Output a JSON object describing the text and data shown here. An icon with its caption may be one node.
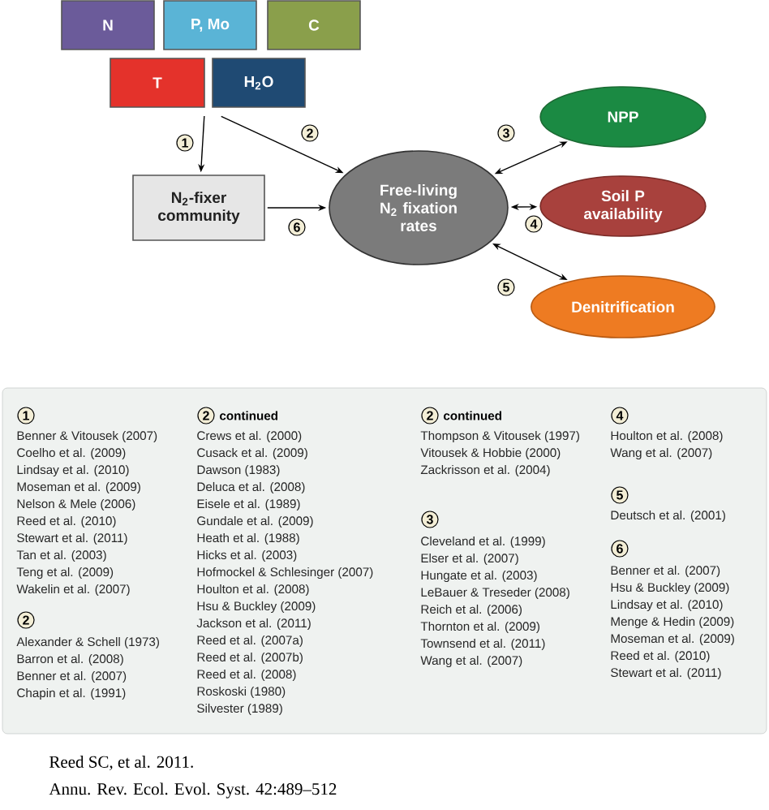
{
  "diagram": {
    "nodes": [
      {
        "text": [
          "N"
        ]
      },
      {
        "text": [
          "P, Mo"
        ]
      },
      {
        "text": [
          "C"
        ]
      },
      {
        "text": [
          "T"
        ]
      },
      {
        "text": [
          "H$_{2}$O"
        ]
      },
      {
        "text": [
          "N$_{2}$-fixer community"
        ]
      },
      {
        "text": [
          "Free-living N$_{2}$ fixation rates"
        ]
      },
      {
        "text": [
          "NPP"
        ]
      },
      {
        "text": [
          "Soil P availability"
        ]
      },
      {
        "text": [
          "Denitrification"
        ]
      }
    ],
    "edges": [
      {
        "from": 3,
        "to": 5,
        "arrow": "to",
        "label": "1"
      },
      {
        "from": 4,
        "to": 6,
        "arrow": "to",
        "label": "2"
      },
      {
        "from": 6,
        "to": 7,
        "arrow": "both",
        "label": "3"
      },
      {
        "from": 6,
        "to": 8,
        "arrow": "both",
        "label": "4"
      },
      {
        "from": 6,
        "to": 9,
        "arrow": "both",
        "label": "5"
      },
      {
        "from": 5,
        "to": 6,
        "arrow": "to",
        "label": "6"
      }
    ],
    "labels": [
      "1",
      "Benner & Vitousek (2007)",
      "Coelho et al. (2009)",
      "Lindsay et al. (2010)",
      "Moseman et al. (2009)",
      "Nelson & Mele (2006)",
      "Reed et al. (2010)",
      "Stewart et al. (2011)",
      "Tan et al. (2003)",
      "Teng et al. (2009)",
      "Wakelin et al. (2007)",
      "2",
      "Alexander & Schell (1973)",
      "Barron et al. (2008)",
      "Benner et al. (2007)",
      "Chapin et al. (1991)",
      "2",
      "continued",
      "Crews et al. (2000)",
      "Cusack et al. (2009)",
      "Dawson (1983)",
      "Deluca et al. (2008)",
      "Eisele et al. (1989)",
      "Gundale et al. (2009)",
      "Heath et al. (1988)",
      "Hicks et al. (2003)",
      "Hofmockel & Schlesinger (2007)",
      "Houlton et al. (2008)",
      "Hsu & Buckley (2009)",
      "Jackson et al. (2011)",
      "Reed et al. (2007a)",
      "Reed et al. (2007b)",
      "Reed et al. (2008)",
      "Roskoski (1980)",
      "Silvester (1989)",
      "2",
      "continued",
      "Thompson & Vitousek (1997)",
      "Vitousek & Hobbie (2000)",
      "Zackrisson et al. (2004)",
      "3",
      "Cleveland et al. (1999)",
      "Elser et al. (2007)",
      "Hungate et al. (2003)",
      "LeBauer & Treseder (2008)",
      "Reich et al. (2006)",
      "Thornton et al. (2009)",
      "Townsend et al. (2011)",
      "Wang et al. (2007)",
      "4",
      "Houlton et al. (2008)",
      "Wang et al. (2007)",
      "5",
      "Deutsch et al. (2001)",
      "6",
      "Benner et al. (2007)",
      "Hsu & Buckley (2009)",
      "Lindsay et al. (2010)",
      "Menge & Hedin (2009)",
      "Moseman et al. (2009)",
      "Reed et al. (2010)",
      "Stewart et al. (2011)",
      "Reed SC, et al. 2011.",
      "Annu. Rev. Ecol. Evol. Syst. 42:489–512"
    ]
  }
}
